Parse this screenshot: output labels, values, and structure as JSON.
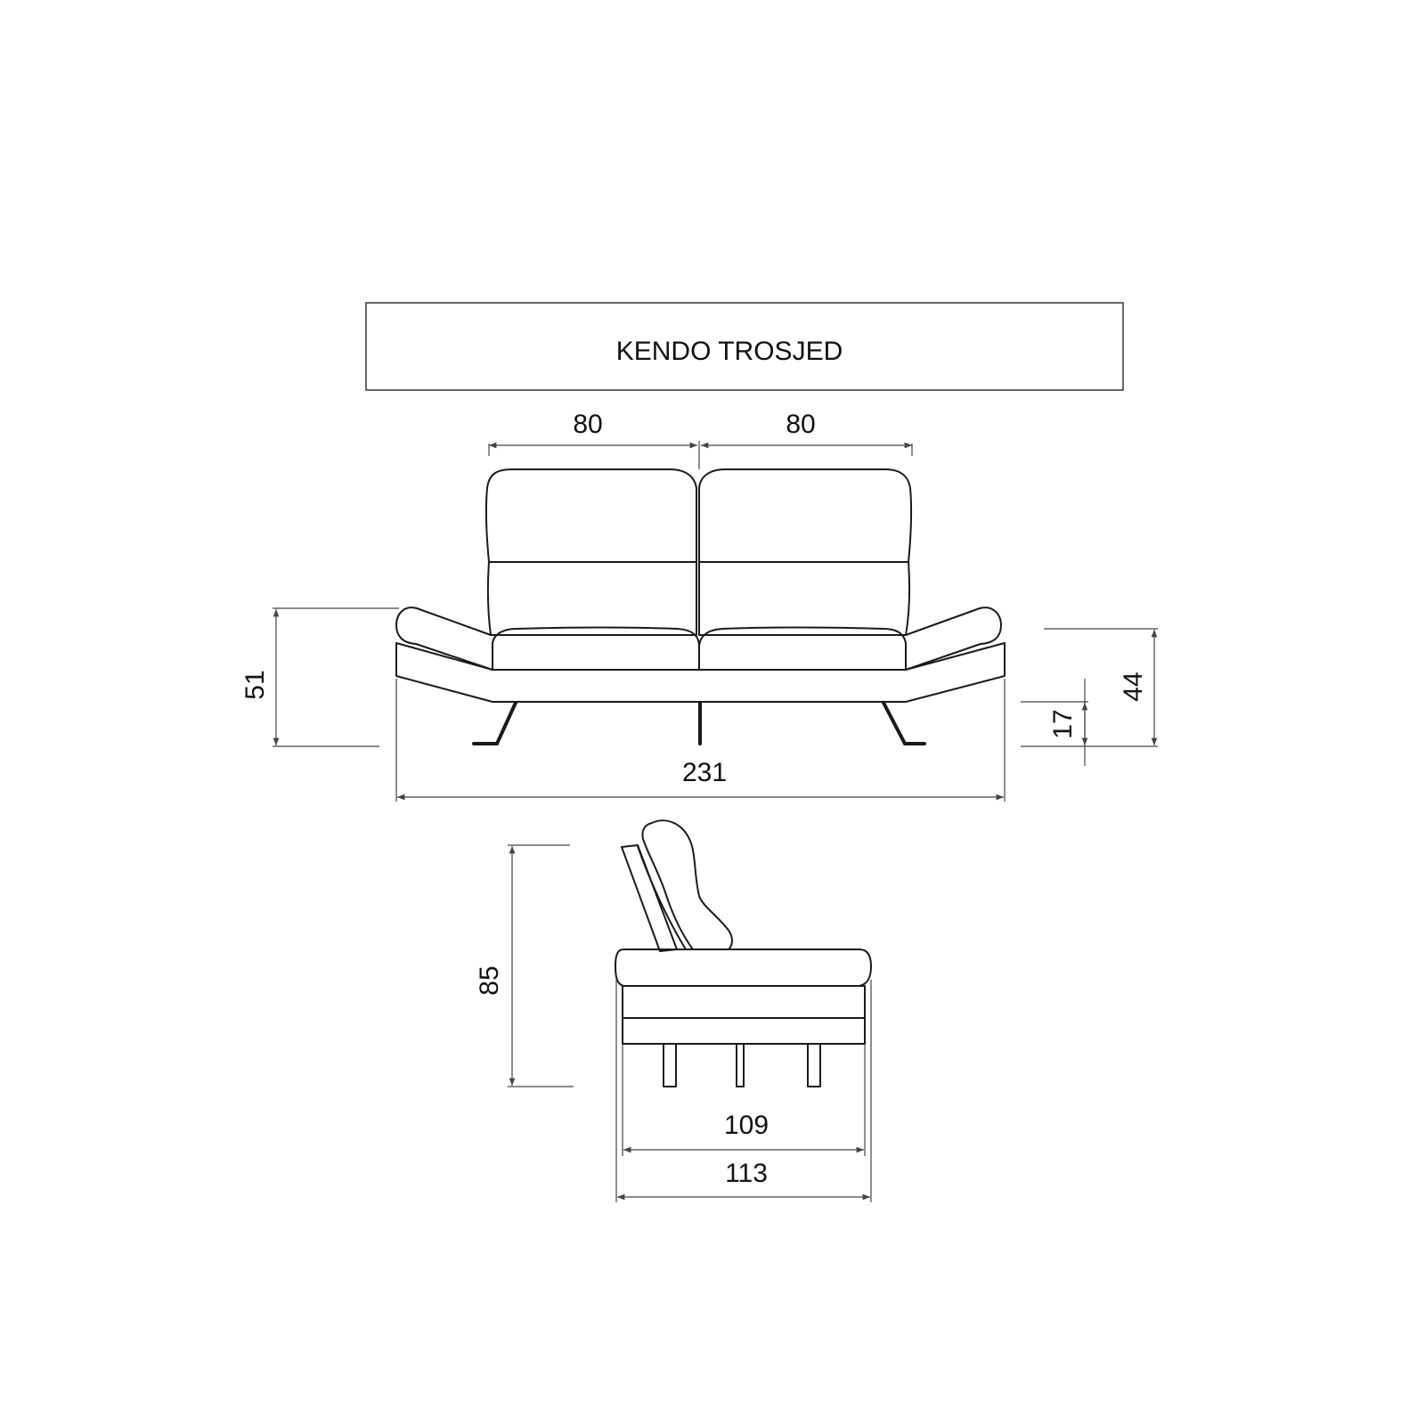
{
  "title": "KENDO TROSJED",
  "front_view": {
    "dims": {
      "seat_width_left": "80",
      "seat_width_right": "80",
      "total_width": "231",
      "arm_height": "51",
      "seat_height": "44",
      "leg_height": "17"
    }
  },
  "side_view": {
    "dims": {
      "total_height": "85",
      "seat_depth": "109",
      "total_depth": "113"
    }
  },
  "colors": {
    "line": "#1a1a1a",
    "dimension": "#444444",
    "background": "#ffffff"
  }
}
